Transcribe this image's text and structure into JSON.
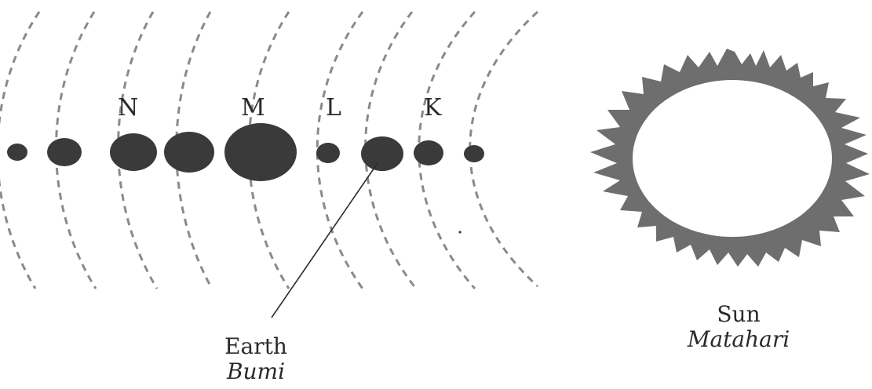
{
  "labels": {
    "planet_n": "N",
    "planet_m": "M",
    "planet_l": "L",
    "planet_k": "K",
    "earth_en": "Earth",
    "earth_ms": "Bumi",
    "sun_en": "Sun",
    "sun_ms": "Matahari"
  },
  "colors": {
    "planet": "#3a3a3a",
    "orbit": "#8a8a8a",
    "sun_corona": "#6e6e6e",
    "ink": "#2a2a2a"
  }
}
